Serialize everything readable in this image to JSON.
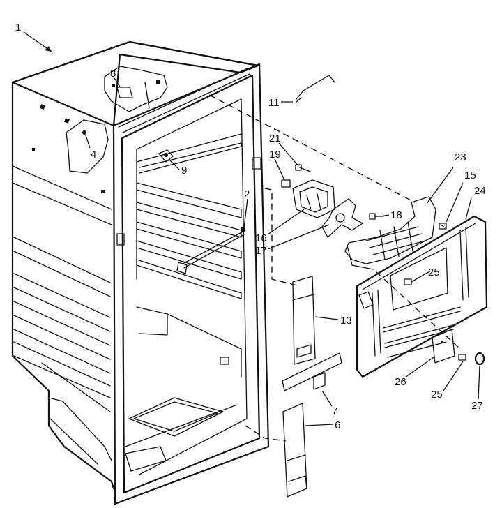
{
  "callouts": [
    {
      "id": "c1",
      "text": "1"
    },
    {
      "id": "c8",
      "text": "8"
    },
    {
      "id": "c4",
      "text": "4"
    },
    {
      "id": "c9",
      "text": "9"
    },
    {
      "id": "c11",
      "text": "11"
    },
    {
      "id": "c21",
      "text": "21"
    },
    {
      "id": "c19",
      "text": "19"
    },
    {
      "id": "c23",
      "text": "23"
    },
    {
      "id": "c15",
      "text": "15"
    },
    {
      "id": "c24",
      "text": "24"
    },
    {
      "id": "c2",
      "text": "2"
    },
    {
      "id": "c18",
      "text": "18"
    },
    {
      "id": "c16",
      "text": "16"
    },
    {
      "id": "c17",
      "text": "17"
    },
    {
      "id": "c25a",
      "text": "25"
    },
    {
      "id": "c13",
      "text": "13"
    },
    {
      "id": "c26",
      "text": "26"
    },
    {
      "id": "c25b",
      "text": "25"
    },
    {
      "id": "c7",
      "text": "7"
    },
    {
      "id": "c27",
      "text": "27"
    },
    {
      "id": "c6",
      "text": "6"
    }
  ],
  "colors": {
    "ink": "#111111",
    "paper": "#ffffff"
  }
}
